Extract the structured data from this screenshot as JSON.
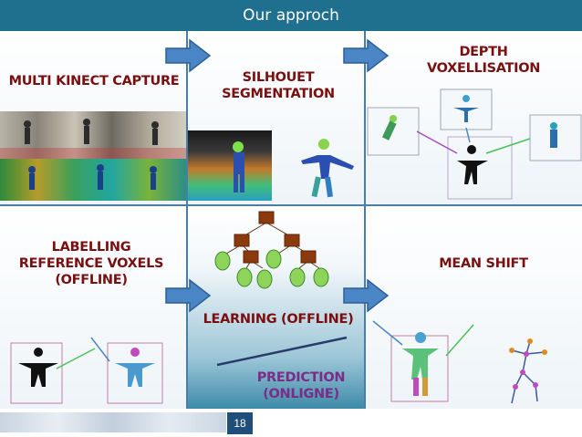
{
  "slide": {
    "title": "Our approch",
    "page_number": "18"
  },
  "steps": {
    "capture": "MULTI KINECT CAPTURE",
    "silhouette_line1": "SILHOUET",
    "silhouette_line2": "SEGMENTATION",
    "voxel": "DEPTH VOXELLISATION",
    "labelling_line1": "LABELLING",
    "labelling_line2": "REFERENCE VOXELS",
    "labelling_line3": "(OFFLINE)",
    "learning": "LEARNING (OFFLINE)",
    "prediction_line1": "PREDICTION",
    "prediction_line2": "(ONLIGNE)",
    "meanshift": "MEAN SHIFT"
  },
  "colors": {
    "accent": "#1f6f8f",
    "caption_red": "#7a0f10",
    "caption_purple": "#7b2c86",
    "arrow": "#4a86c5",
    "tree_node": "#8b3a0e",
    "leaf": "#8fd45a"
  },
  "icons": [
    "right-arrow-icon",
    "decision-tree-icon",
    "leaf-icon",
    "human-figure-icon",
    "skeleton-icon"
  ]
}
